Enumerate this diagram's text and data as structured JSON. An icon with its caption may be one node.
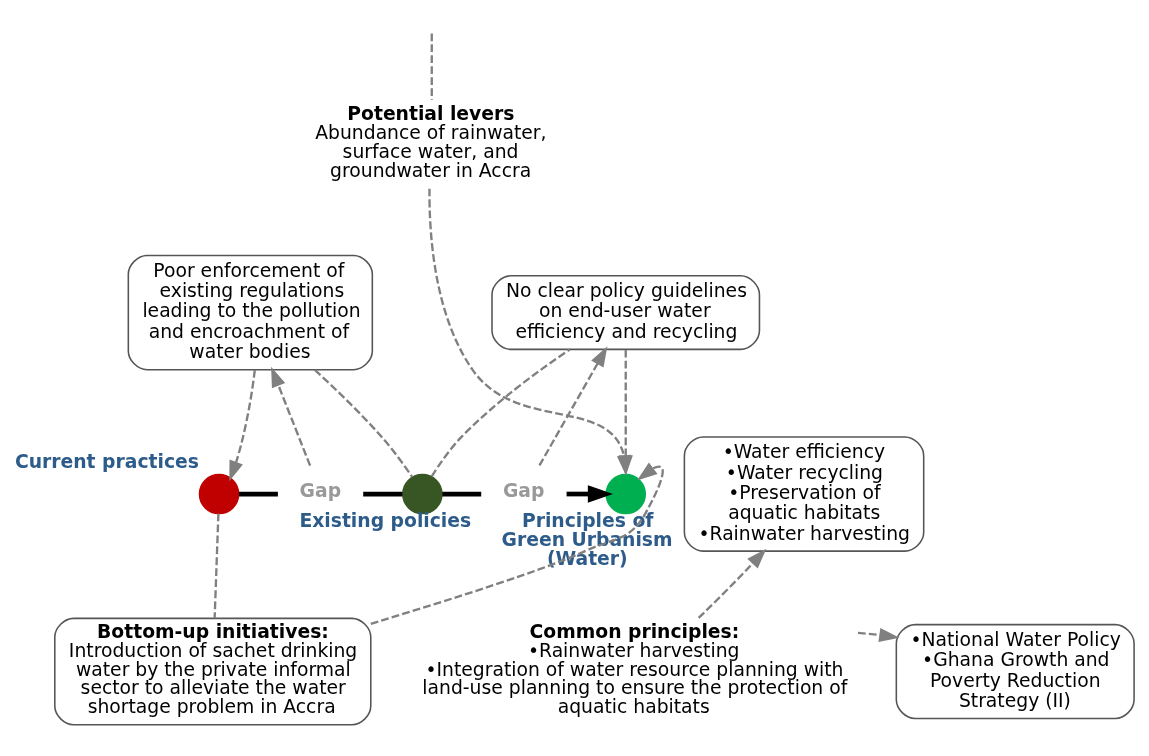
{
  "diagram": {
    "nodes": [
      {
        "text": [],
        "shape": "circle",
        "beside": [
          "Current practices"
        ]
      },
      {
        "text": [],
        "shape": "circle",
        "beside": [
          "Existing policies"
        ]
      },
      {
        "text": [],
        "shape": "circle",
        "beside": [
          "Principles of Green Urbanism (Water)"
        ]
      },
      {
        "text": [
          "Potential levers",
          "Abundance of rainwater, surface water, and groundwater in Accra"
        ]
      },
      {
        "text": [
          "Poor enforcement of existing regulations leading to the pollution and encroachment of water bodies"
        ]
      },
      {
        "text": [
          "No clear policy guidelines on end-user water efficiency and recycling"
        ]
      },
      {
        "text": [
          "Gap"
        ]
      },
      {
        "text": [
          "Gap"
        ]
      },
      {
        "text": [
          "•Water efficiency",
          "•Water recycling",
          "•Preservation of aquatic habitats",
          "•Rainwater harvesting"
        ]
      },
      {
        "text": [
          "•National Water Policy",
          "•Ghana Growth and Poverty Reduction Strategy (II)"
        ]
      },
      {
        "text": [
          "Bottom-up initiatives:",
          "Introduction of sachet drinking water by the private informal sector to alleviate the water shortage problem in Accra"
        ]
      },
      {
        "text": [
          "Common principles:",
          "•Rainwater harvesting",
          "•Integration of water resource planning with land-use planning to ensure the protection of aquatic habitats"
        ]
      }
    ],
    "edges": [
      {
        "from": 0,
        "to": 6,
        "arrow": "none",
        "style": "thick",
        "color": "#000000"
      },
      {
        "from": 6,
        "to": 1,
        "arrow": "none",
        "style": "thick",
        "color": "#000000"
      },
      {
        "from": 1,
        "to": 7,
        "arrow": "none",
        "style": "thick",
        "color": "#000000"
      },
      {
        "from": 7,
        "to": 2,
        "arrow": "to",
        "style": "thick",
        "color": "#000000"
      },
      {
        "from": 4,
        "to": 0,
        "arrow": "to",
        "style": "dashed"
      },
      {
        "from": 4,
        "to": 1,
        "arrow": "none",
        "style": "dashed"
      },
      {
        "from": 1,
        "to": 5,
        "arrow": "none",
        "style": "dashed"
      },
      {
        "from": 5,
        "to": 2,
        "arrow": "to",
        "style": "dashed"
      },
      {
        "from": 6,
        "to": 4,
        "arrow": "to",
        "style": "dashed"
      },
      {
        "from": 7,
        "to": 5,
        "arrow": "to",
        "style": "dashed"
      },
      {
        "from": null,
        "to": 3,
        "arrow": "none",
        "style": "dashed"
      },
      {
        "from": 3,
        "to": 2,
        "arrow": "to",
        "style": "dashed"
      },
      {
        "from": 0,
        "to": 10,
        "arrow": "none",
        "style": "dashed"
      },
      {
        "from": 10,
        "to": 2,
        "arrow": "to",
        "style": "dashed"
      },
      {
        "from": 11,
        "to": 9,
        "arrow": "to",
        "style": "dashed"
      },
      {
        "from": 11,
        "to": 8,
        "arrow": "to",
        "style": "dashed"
      }
    ]
  }
}
